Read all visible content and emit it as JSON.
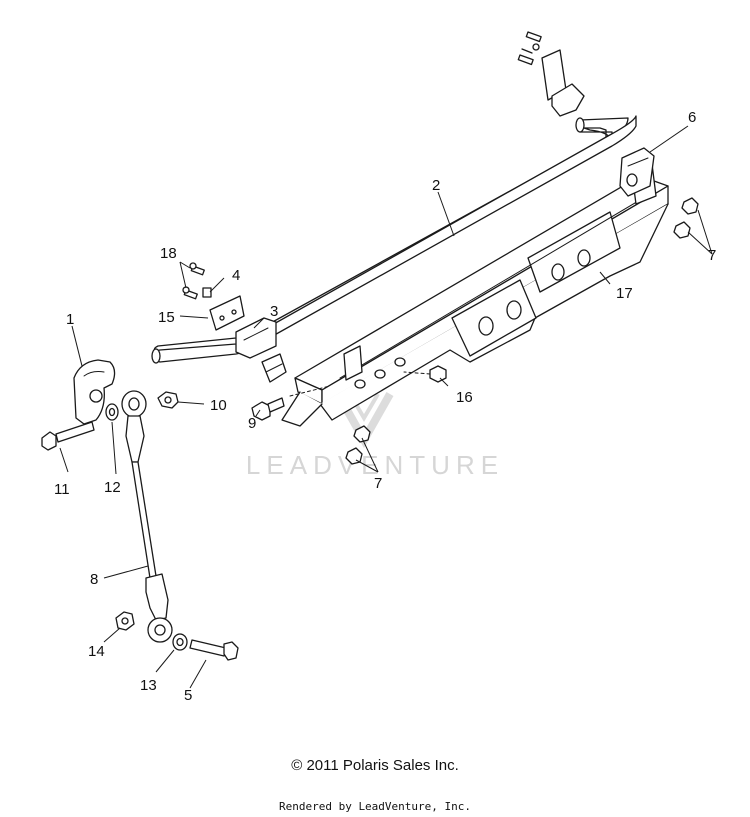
{
  "watermark": {
    "text": "LEADVENTURE",
    "logo": "leadventure-logo"
  },
  "callouts": {
    "c1": "1",
    "c2": "2",
    "c3": "3",
    "c4": "4",
    "c5": "5",
    "c6": "6",
    "c7a": "7",
    "c7b": "7",
    "c8": "8",
    "c9": "9",
    "c10": "10",
    "c11": "11",
    "c12": "12",
    "c13": "13",
    "c14": "14",
    "c15": "15",
    "c16": "16",
    "c17": "17",
    "c18": "18"
  },
  "footer": {
    "copyright": "© 2011 Polaris Sales Inc.",
    "rendered_by": "Rendered by LeadVenture, Inc."
  }
}
